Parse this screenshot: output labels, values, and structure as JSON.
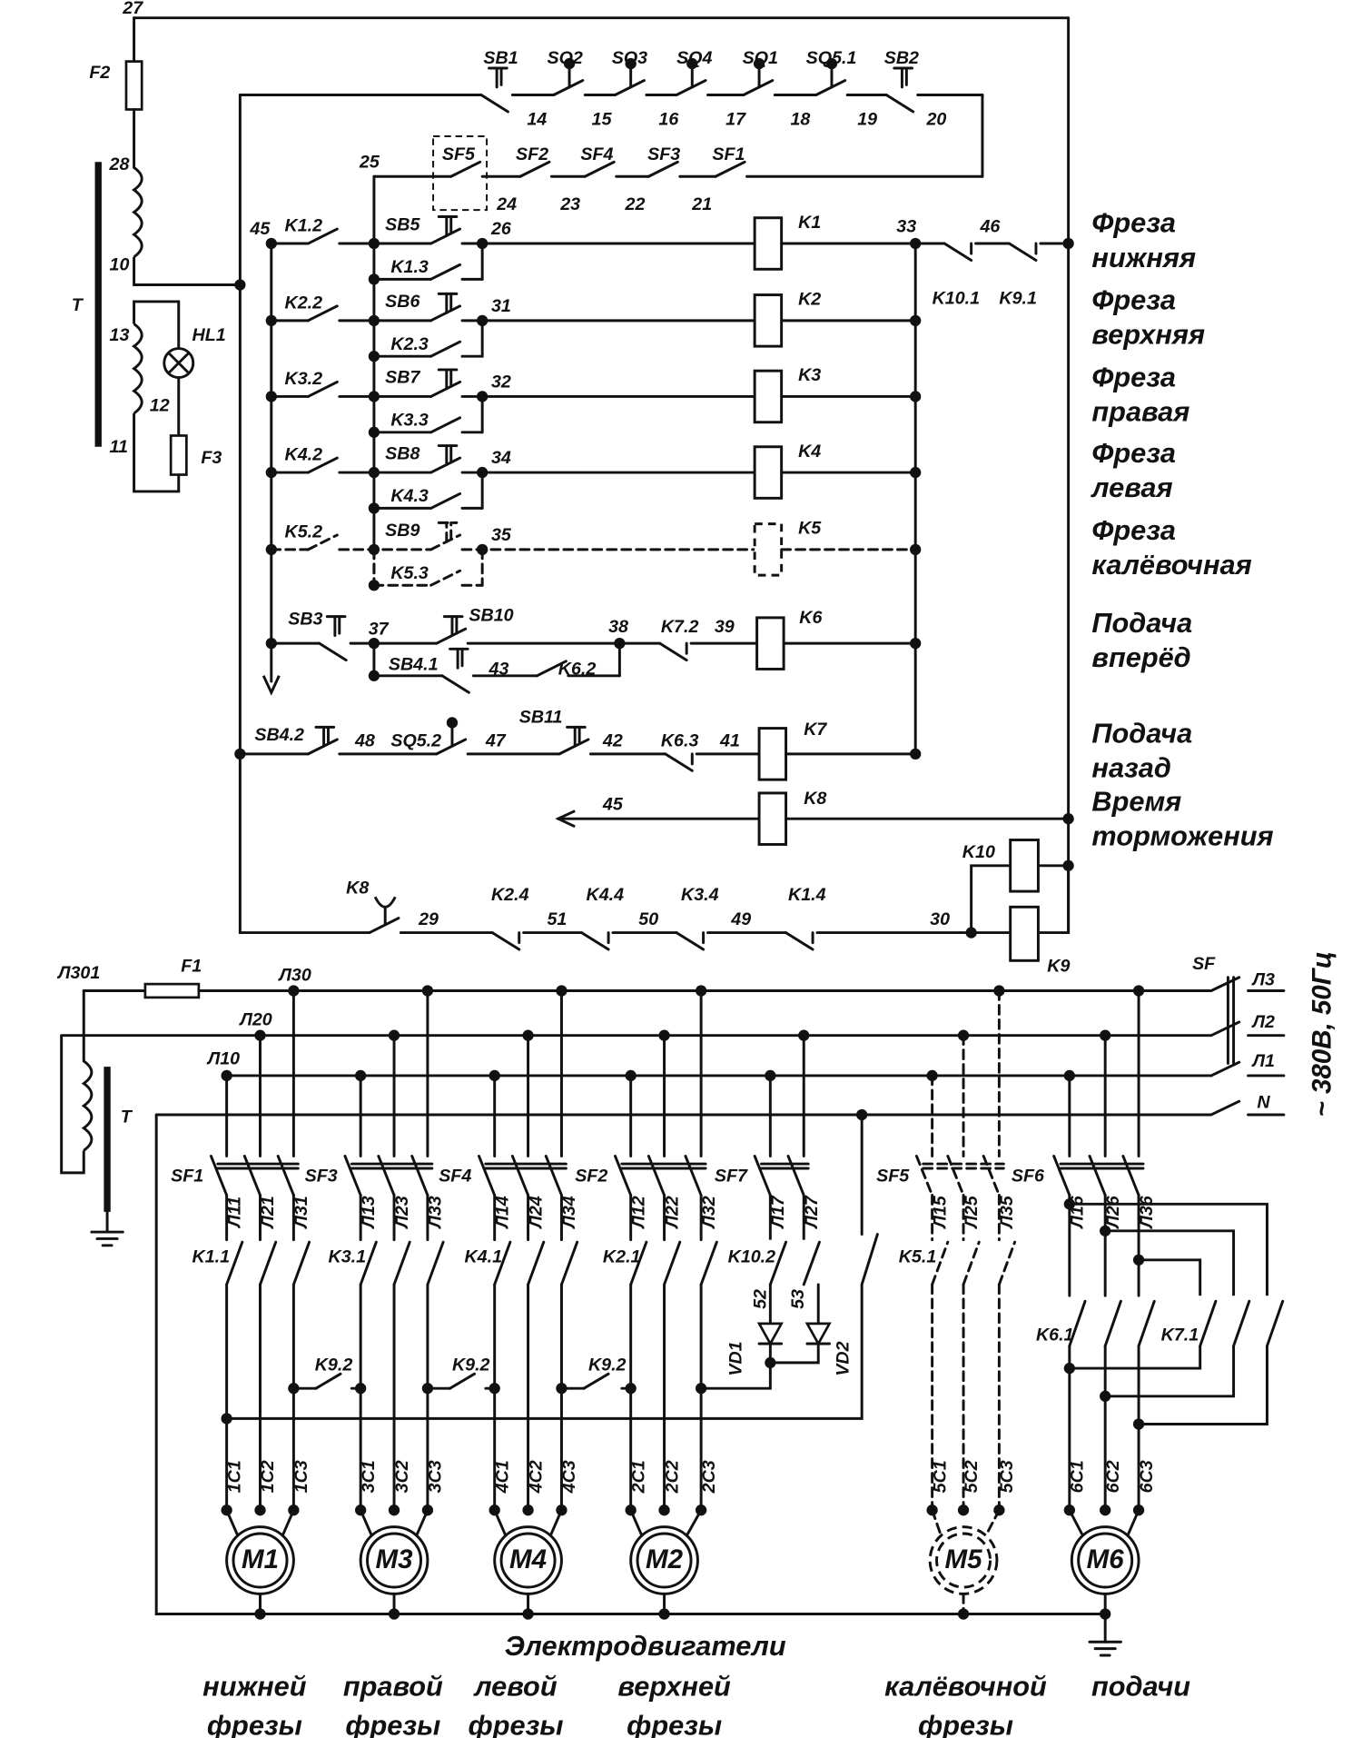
{
  "colors": {
    "ink": "#111111",
    "paper": "#ffffff"
  },
  "labels": {
    "n27": "27",
    "F2": "F2",
    "n28": "28",
    "n10": "10",
    "T1": "T",
    "n13": "13",
    "n11": "11",
    "HL1": "HL1",
    "n12": "12",
    "F3": "F3",
    "SB1": "SB1",
    "SQ2": "SQ2",
    "SQ3": "SQ3",
    "SQ4": "SQ4",
    "SQ1": "SQ1",
    "SQ51": "SQ5.1",
    "SB2": "SB2",
    "n14": "14",
    "n15": "15",
    "n16": "16",
    "n17": "17",
    "n18": "18",
    "n19": "19",
    "n20": "20",
    "SF5c": "SF5",
    "SF2c": "SF2",
    "SF4c": "SF4",
    "SF3c": "SF3",
    "SF1c": "SF1",
    "n25": "25",
    "n24": "24",
    "n23": "23",
    "n22": "22",
    "n21": "21",
    "n45a": "45",
    "K12": "K1.2",
    "SB5": "SB5",
    "n26": "26",
    "K1": "K1",
    "n33": "33",
    "n46": "46",
    "K101": "K10.1",
    "K91": "K9.1",
    "K13": "K1.3",
    "K22": "K2.2",
    "SB6": "SB6",
    "n31": "31",
    "K2": "K2",
    "K23": "K2.3",
    "K32": "K3.2",
    "SB7": "SB7",
    "n32": "32",
    "K3": "K3",
    "K33": "K3.3",
    "K42": "K4.2",
    "SB8": "SB8",
    "n34": "34",
    "K4": "K4",
    "K43": "K4.3",
    "K52": "K5.2",
    "SB9": "SB9",
    "n35": "35",
    "K5": "K5",
    "K53": "K5.3",
    "SB3": "SB3",
    "n37": "37",
    "SB10": "SB10",
    "n38": "38",
    "K72": "K7.2",
    "n39": "39",
    "K6": "K6",
    "SB41": "SB4.1",
    "n43": "43",
    "K62": "K6.2",
    "SB42": "SB4.2",
    "n48": "48",
    "SQ52": "SQ5.2",
    "n47": "47",
    "SB11": "SB11",
    "n42": "42",
    "K63": "K6.3",
    "n41": "41",
    "K7": "K7",
    "n45b": "45",
    "K8": "K8",
    "K10": "K10",
    "K9": "K9",
    "K8b": "K8",
    "n29": "29",
    "K24": "K2.4",
    "n51": "51",
    "K44": "K4.4",
    "n50": "50",
    "K34": "K3.4",
    "n49": "49",
    "K14": "K1.4",
    "n30": "30",
    "L301": "Л301",
    "F1": "F1",
    "L30": "Л30",
    "L20": "Л20",
    "L10": "Л10",
    "SF": "SF",
    "L3": "Л3",
    "L2": "Л2",
    "L1": "Л1",
    "N": "N",
    "T2": "T",
    "voltage": "~ 380В, 50Гц",
    "SF1p": "SF1",
    "SF3p": "SF3",
    "SF4p": "SF4",
    "SF2p": "SF2",
    "SF7p": "SF7",
    "SF5p": "SF5",
    "SF6p": "SF6",
    "K11": "K1.1",
    "K31": "K3.1",
    "K41": "K4.1",
    "K21": "K2.1",
    "K102": "K10.2",
    "K51": "K5.1",
    "K61": "K6.1",
    "K71": "K7.1",
    "n52": "52",
    "n53": "53",
    "VD1": "VD1",
    "VD2": "VD2",
    "K92a": "K9.2",
    "K92b": "K9.2",
    "K92c": "K9.2"
  },
  "phase_wires": {
    "M1": [
      "Л11",
      "Л21",
      "Л31"
    ],
    "M3": [
      "Л13",
      "Л23",
      "Л33"
    ],
    "M4": [
      "Л14",
      "Л24",
      "Л34"
    ],
    "M2": [
      "Л12",
      "Л22",
      "Л32"
    ],
    "SF7": [
      "Л17",
      "Л27"
    ],
    "M5": [
      "Л15",
      "Л25",
      "Л35"
    ],
    "M6": [
      "Л16",
      "Л26",
      "Л36"
    ]
  },
  "terminals": {
    "M1": [
      "1C1",
      "1C2",
      "1C3"
    ],
    "M3": [
      "3C1",
      "3C2",
      "3C3"
    ],
    "M4": [
      "4C1",
      "4C2",
      "4C3"
    ],
    "M2": [
      "2C1",
      "2C2",
      "2C3"
    ],
    "M5": [
      "5C1",
      "5C2",
      "5C3"
    ],
    "M6": [
      "6C1",
      "6C2",
      "6C3"
    ]
  },
  "motors": {
    "M1": "M1",
    "M3": "M3",
    "M4": "M4",
    "M2": "M2",
    "M5": "M5",
    "M6": "M6"
  },
  "right_captions": [
    [
      "Фреза",
      "нижняя"
    ],
    [
      "Фреза",
      "верхняя"
    ],
    [
      "Фреза",
      "правая"
    ],
    [
      "Фреза",
      "левая"
    ],
    [
      "Фреза",
      "калёвочная"
    ],
    [
      "Подача",
      "вперёд"
    ],
    [
      "Подача",
      "назад"
    ],
    [
      "Время",
      "торможения"
    ]
  ],
  "bottom": {
    "title": "Электродвигатели",
    "groups": [
      [
        "нижней",
        "фрезы"
      ],
      [
        "правой",
        "фрезы"
      ],
      [
        "левой",
        "фрезы"
      ],
      [
        "верхней",
        "фрезы"
      ],
      [
        "калёвочной",
        "фрезы"
      ],
      [
        "подачи",
        ""
      ]
    ]
  }
}
